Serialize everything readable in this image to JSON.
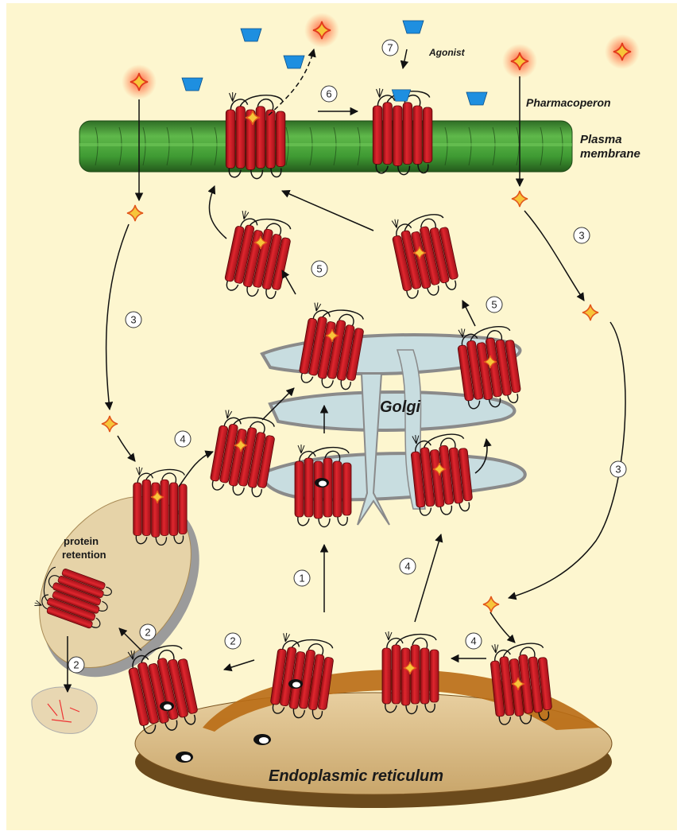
{
  "labels": {
    "plasma_membrane_line1": "Plasma",
    "plasma_membrane_line2": "membrane",
    "golgi": "Golgi",
    "er": "Endoplasmic reticulum",
    "retention_line1": "protein",
    "retention_line2": "retention",
    "agonist": "Agonist",
    "pharmacoperon": "Pharmacoperon"
  },
  "steps": {
    "s1": "1",
    "s2a": "2",
    "s2b": "2",
    "s2c": "2",
    "s3a": "3",
    "s3b": "3",
    "s3c": "3",
    "s4a": "4",
    "s4b": "4",
    "s4c": "4",
    "s5a": "5",
    "s5b": "5",
    "s6": "6",
    "s7": "7"
  },
  "colors": {
    "background": "#fdf6cf",
    "membrane": "#3a8c2e",
    "receptor": "#d21a22",
    "pharmacoperon": "#f7c53a",
    "agonist": "#1e8fe0",
    "golgi": "#c8dde0",
    "er": "#c9923c"
  }
}
